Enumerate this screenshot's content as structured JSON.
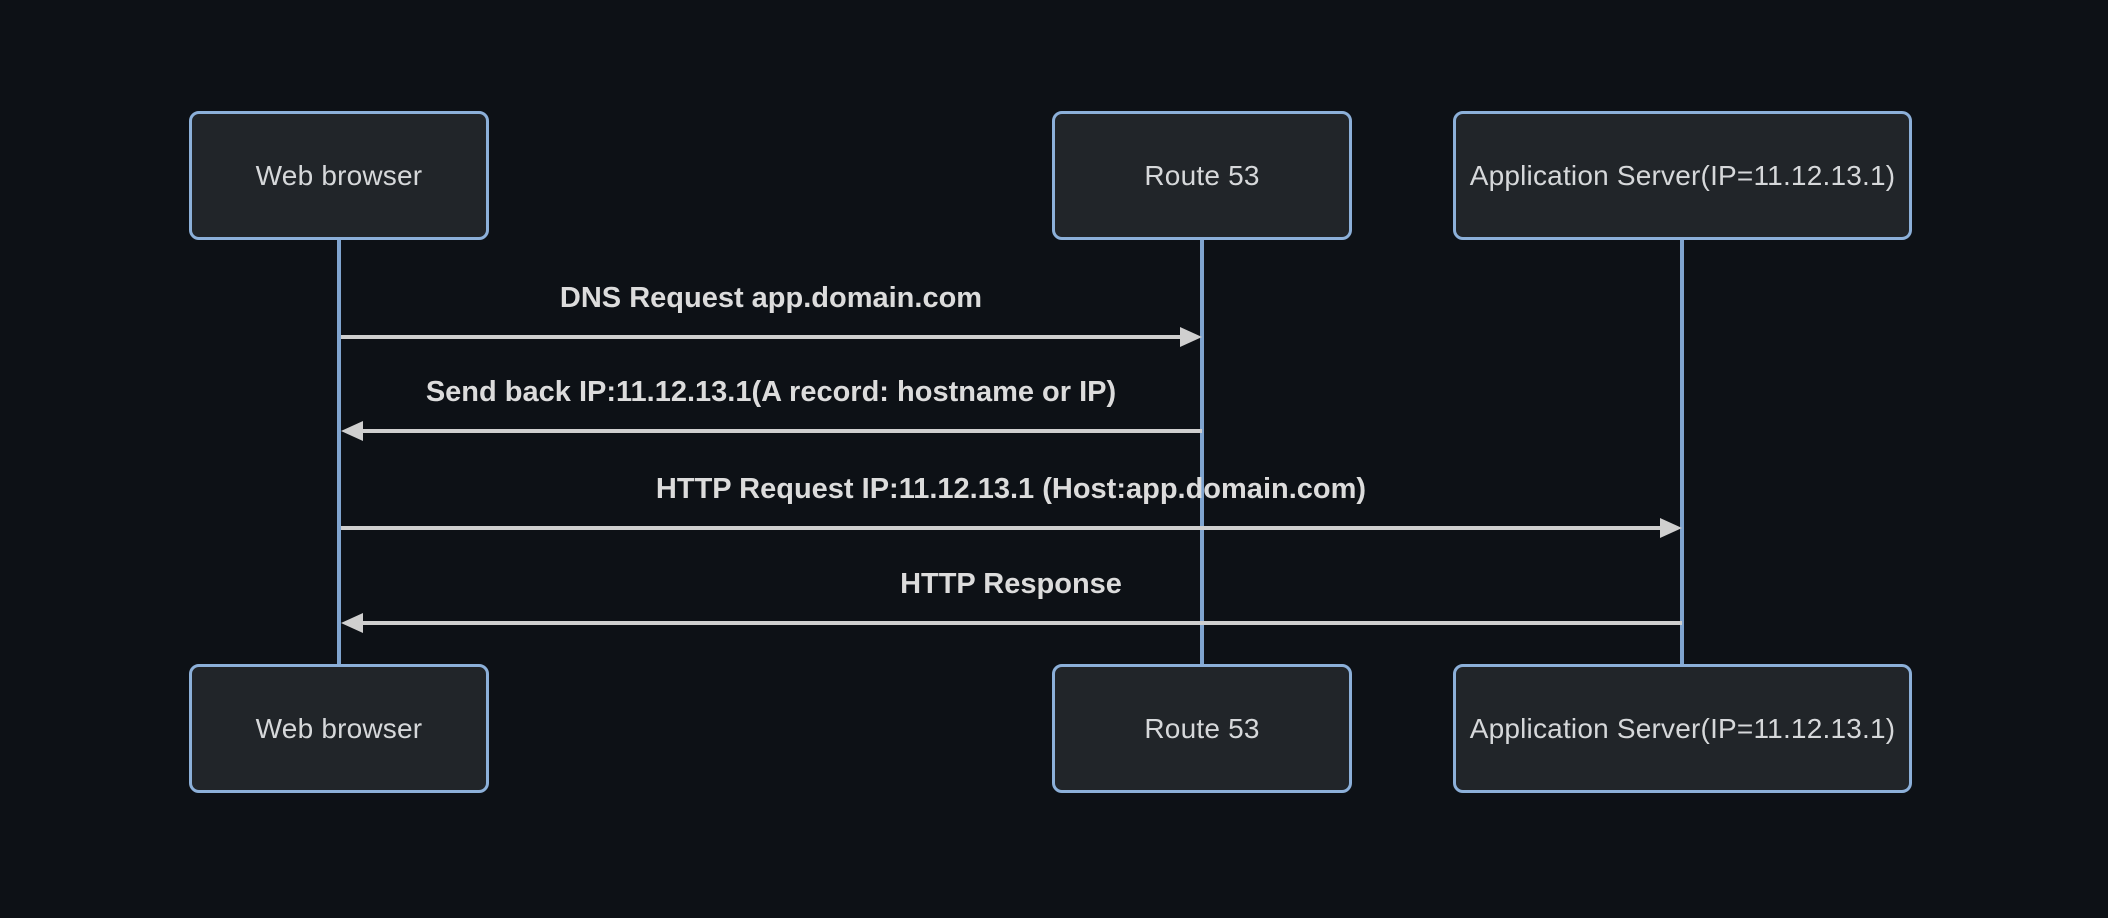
{
  "diagram": {
    "type": "sequence-diagram",
    "actors": [
      {
        "label": "Web browser"
      },
      {
        "label": "Route 53"
      },
      {
        "label": "Application Server(IP=11.12.13.1)"
      }
    ],
    "messages": [
      {
        "from": "Web browser",
        "to": "Route 53",
        "label": "DNS Request app.domain.com",
        "direction": "right",
        "line_style": "solid"
      },
      {
        "from": "Route 53",
        "to": "Web browser",
        "label": "Send back IP:11.12.13.1(A record: hostname or IP)",
        "direction": "left",
        "line_style": "solid"
      },
      {
        "from": "Web browser",
        "to": "Application Server(IP=11.12.13.1)",
        "label": "HTTP Request IP:11.12.13.1 (Host:app.domain.com)",
        "direction": "right",
        "line_style": "solid"
      },
      {
        "from": "Application Server(IP=11.12.13.1)",
        "to": "Web browser",
        "label": "HTTP Response",
        "direction": "left",
        "line_style": "solid"
      }
    ],
    "colors": {
      "background": "#0d1116",
      "actor_fill": "#212529",
      "actor_border": "#8cb0d9",
      "actor_text": "#d6d8da",
      "lifeline": "#7fa4cf",
      "arrow": "#cfcfcf",
      "message_text": "#dcdcdc"
    }
  }
}
